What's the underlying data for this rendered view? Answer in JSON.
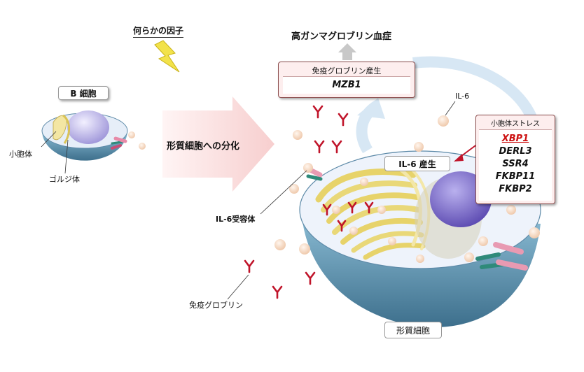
{
  "factor_label": "何らかの因子",
  "b_cell": {
    "title": "B 細胞",
    "er_label": "小胞体",
    "golgi_label": "ゴルジ体"
  },
  "differentiation_label": "形質細胞への分化",
  "hypergamma_label": "高ガンマグロブリン血症",
  "ig_production_box": {
    "title": "免疫グロブリン産生",
    "gene": "MZB1"
  },
  "il6_label": "IL-6",
  "il6_production_label": "IL-6 産生",
  "er_stress_box": {
    "title": "小胞体ストレス",
    "genes": [
      "XBP1",
      "DERL3",
      "SSR4",
      "FKBP11",
      "FKBP2"
    ],
    "highlight_color": "#cc1111"
  },
  "il6_receptor_label": "IL-6受容体",
  "immunoglobulin_label": "免疫グロブリン",
  "plasma_cell_label": "形質細胞",
  "colors": {
    "antibody": "#c0142a",
    "cell_shell": "#7fb3cf",
    "nucleus": "#7b6cc4",
    "golgi": "#e7d36a",
    "arrow_pink": "#f8d3d3",
    "cycle_arrow": "#cfe2f2"
  }
}
